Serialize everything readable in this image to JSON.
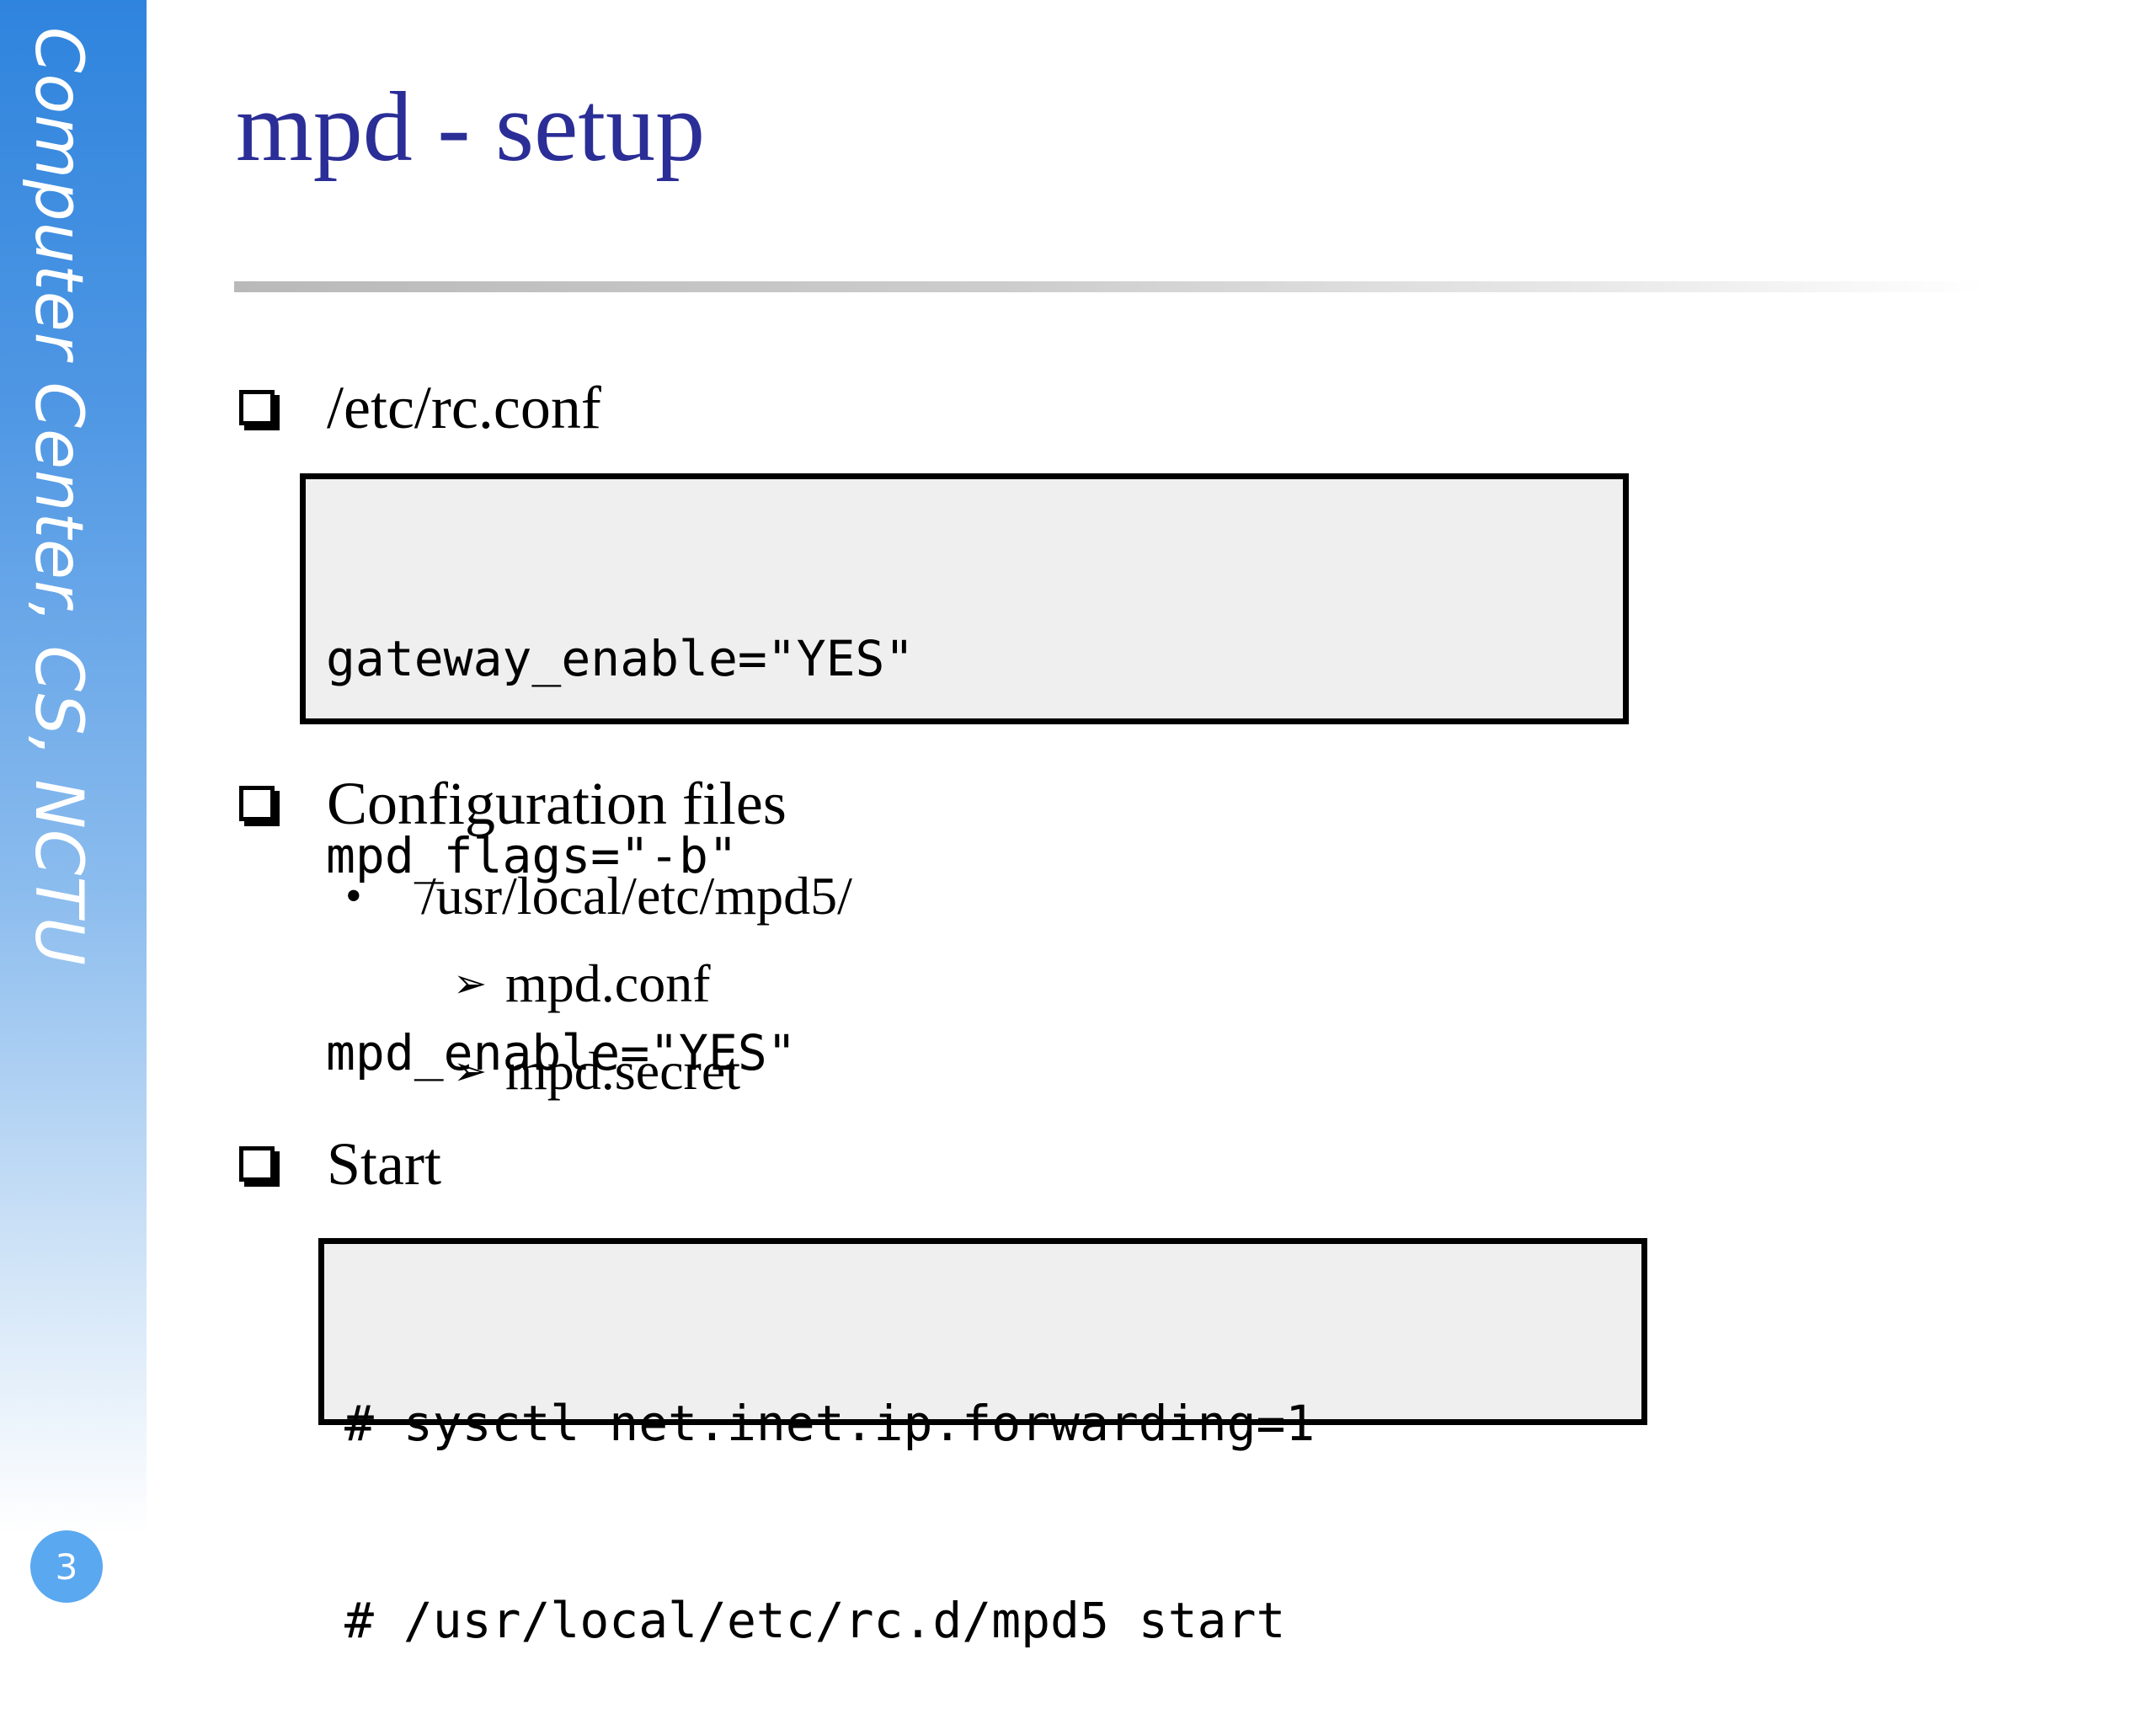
{
  "sidebar": {
    "vertical_text": "Computer Center, CS, NCTU",
    "page_number": "3",
    "gradient_top": "#2f84dd",
    "gradient_bottom": "#ffffff"
  },
  "slide": {
    "title": "mpd - setup",
    "title_color": "#2b2e96"
  },
  "sections": [
    {
      "label": "/etc/rc.conf",
      "code_lines": [
        "gateway_enable=\"YES\"",
        "mpd_flags=\"-b\"",
        "mpd_enable=\"YES\""
      ]
    },
    {
      "label": "Configuration files",
      "sub_item": "/usr/local/etc/mpd5/",
      "sub_sub_items": [
        "mpd.conf",
        "mpd.secret"
      ]
    },
    {
      "label": "Start",
      "code_lines": [
        "# sysctl net.inet.ip.forwarding=1",
        "# /usr/local/etc/rc.d/mpd5 start"
      ]
    }
  ]
}
